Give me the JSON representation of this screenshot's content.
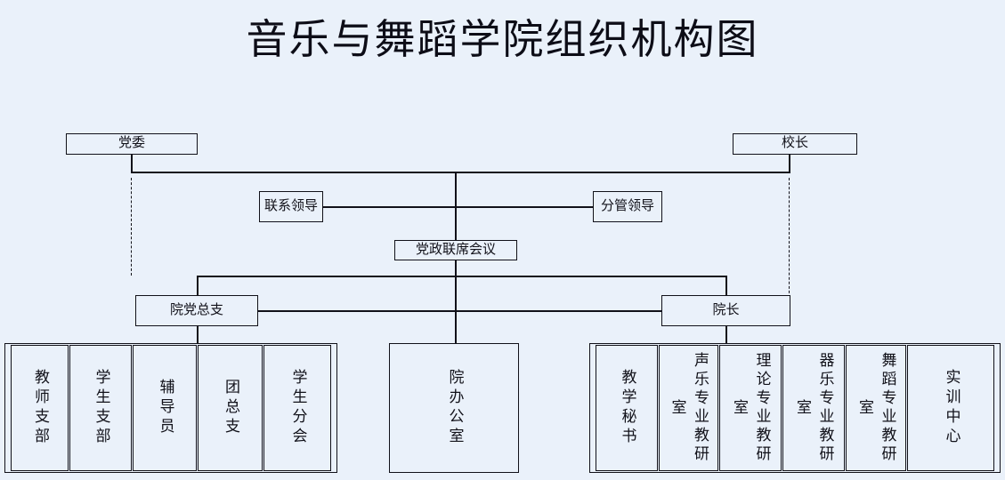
{
  "page": {
    "title": "音乐与舞蹈学院组织机构图",
    "background_color": "#eaf1fa",
    "line_color": "#111119"
  },
  "nodes": {
    "party_committee": "党委",
    "president": "校长",
    "liaison_leader": "联系领导",
    "supervising_leader": "分管领导",
    "joint_meeting": "党政联席会议",
    "college_party_branch": "院党总支",
    "dean": "院长",
    "college_office": "院办公室"
  },
  "party_units": [
    {
      "label": "教师支部"
    },
    {
      "label": "学生支部"
    },
    {
      "label": "辅导员"
    },
    {
      "label": "团总支"
    },
    {
      "label": "学生分会"
    }
  ],
  "academic_units": [
    {
      "label": "教学秘书"
    },
    {
      "label": "声乐专业教研室"
    },
    {
      "label": "理论专业教研室"
    },
    {
      "label": "器乐专业教研室"
    },
    {
      "label": "舞蹈专业教研室"
    },
    {
      "label": "实训中心"
    }
  ]
}
